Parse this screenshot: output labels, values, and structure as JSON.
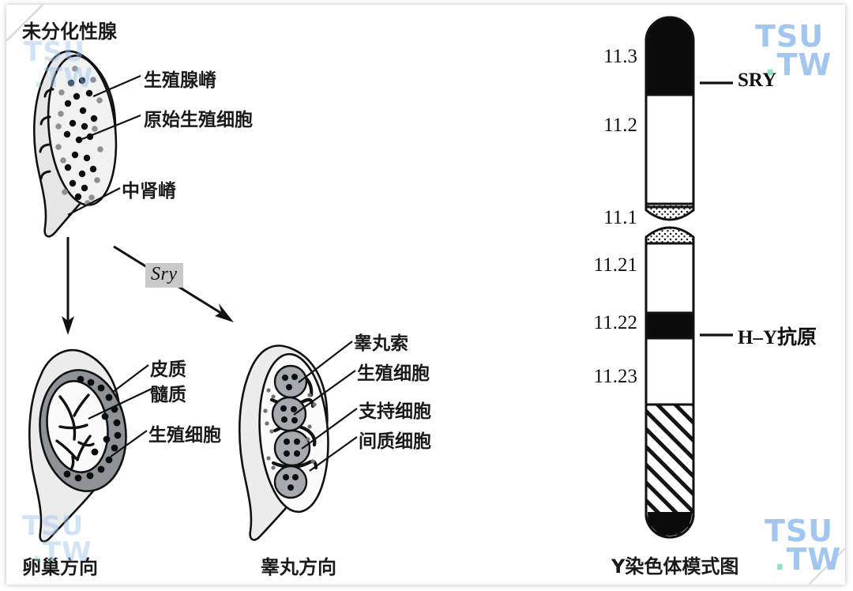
{
  "figure": {
    "title_undifferentiated": "未分化性腺",
    "gene_tag": "Sry",
    "captions": {
      "ovary": "卵巢方向",
      "testis": "睾丸方向",
      "chromosome": "Y染色体模式图"
    }
  },
  "undifferentiated_labels": [
    {
      "text": "生殖腺嵴"
    },
    {
      "text": "原始生殖细胞"
    },
    {
      "text": "中肾嵴"
    }
  ],
  "ovary_labels": [
    {
      "text": "皮质"
    },
    {
      "text": "髓质"
    },
    {
      "text": "生殖细胞"
    }
  ],
  "testis_labels": [
    {
      "text": "睾丸索"
    },
    {
      "text": "生殖细胞"
    },
    {
      "text": "支持细胞"
    },
    {
      "text": "间质细胞"
    }
  ],
  "chromosome": {
    "band_labels": [
      "11.3",
      "11.2",
      "11.1",
      "11.21",
      "11.22",
      "11.23"
    ],
    "gene_annotations": [
      {
        "text": "SRY"
      },
      {
        "text": "H–Y抗原"
      }
    ]
  },
  "watermarks": [
    {
      "line1": "TSU",
      "line2": "TW",
      "dot": "."
    },
    {
      "line1": "TSU",
      "line2": "TW",
      "dot": "."
    },
    {
      "line1": "TSU",
      "line2": "TW",
      "dot": "."
    },
    {
      "line1": "TSU",
      "line2": "TW",
      "dot": "."
    }
  ],
  "colors": {
    "ink": "#111111",
    "tissue_fill": "#e9e9e9",
    "cortex_fill": "#8f9296",
    "cord_fill": "#a8abaf",
    "watermark_blue": "#9cc3ef",
    "watermark_green": "#8fe0c2",
    "tag_bg": "#c9c9c9"
  }
}
